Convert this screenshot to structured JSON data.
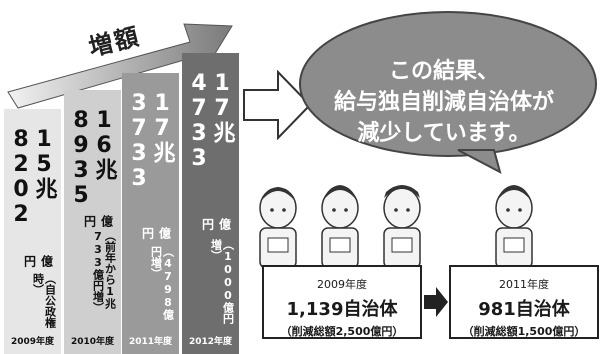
{
  "growth_label": "増額",
  "columns": [
    {
      "year": "2009年度",
      "main": "15兆8202",
      "unit": "億円",
      "note": "（自公政権時）"
    },
    {
      "year": "2010年度",
      "main": "16兆8935",
      "unit": "億円",
      "note": "（前年から1兆733億円増）"
    },
    {
      "year": "2011年度",
      "main": "17兆3733",
      "unit": "億円",
      "note": "（4798億円増）"
    },
    {
      "year": "2012年度",
      "main": "17兆4733",
      "unit": "億円",
      "note": "（1000億円増）"
    }
  ],
  "bubble_lines": [
    "この結果、",
    "給与独自削減自治体が",
    "減少しています。"
  ],
  "result_before": {
    "year": "2009年度",
    "count": "1,139自治体",
    "reduction": "（削減総額2,500億円）"
  },
  "result_after": {
    "year": "2011年度",
    "count": "981自治体",
    "reduction": "（削減総額1,500億円）"
  },
  "colors": {
    "bubble": "#8c8c8c",
    "arrow_fill": "#ffffff",
    "column_dark": "#6e6e6e"
  }
}
